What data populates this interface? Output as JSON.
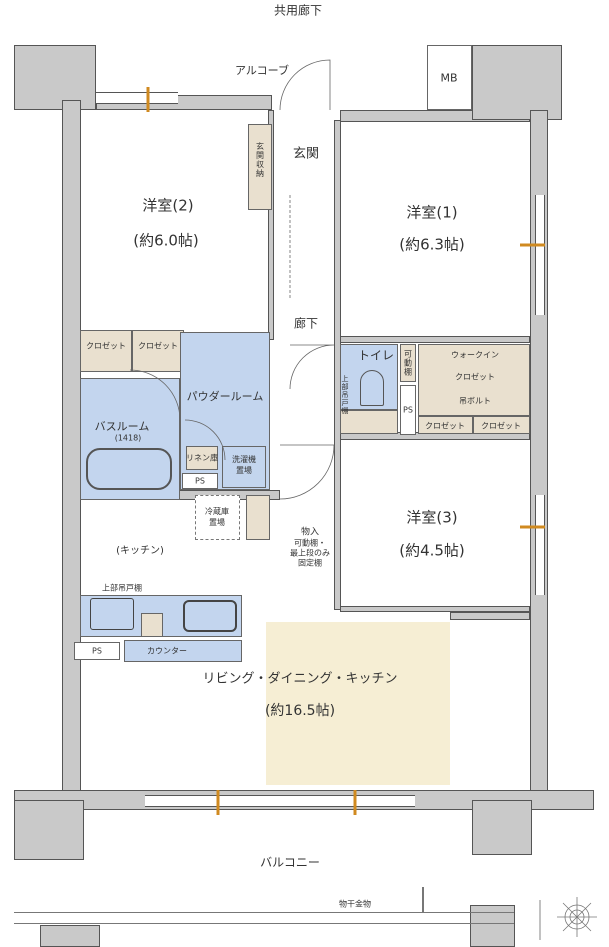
{
  "labels": {
    "corridor_common": "共用廊下",
    "alcove": "アルコーブ",
    "mb": "MB",
    "entrance": "玄関",
    "entrance_storage": "玄関収納",
    "room2": "洋室(2)",
    "room2_size": "(約6.0帖)",
    "room1": "洋室(1)",
    "room1_size": "(約6.3帖)",
    "hallway": "廊下",
    "closet": "クロゼット",
    "powder_room": "パウダールーム",
    "bathroom": "バスルーム",
    "bath_size": "(1418)",
    "linen": "リネン庫",
    "washer": "洗濯機置場",
    "ps": "PS",
    "toilet": "トイレ",
    "upper_cabinet": "上部吊戸棚",
    "movable_shelf": "可動棚",
    "walkin": "ウォークイン",
    "walkin_closet": "クロゼット",
    "hanger_bolt": "吊ボルト",
    "fridge": "冷蔵庫置場",
    "storage": "物入",
    "storage_note1": "可動棚・",
    "storage_note2": "最上段のみ",
    "storage_note3": "固定棚",
    "kitchen": "(キッチン)",
    "room3": "洋室(3)",
    "room3_size": "(約4.5帖)",
    "counter": "カウンター",
    "ldk": "リビング・ダイニング・キッチン",
    "ldk_size": "(約16.5帖)",
    "balcony": "バルコニー",
    "laundry_hanger": "物干金物"
  },
  "colors": {
    "wet_area": "#c3d5ee",
    "storage": "#e9e0cf",
    "ldk_highlight": "#f6eed4",
    "wall": "#c9c9c9"
  }
}
